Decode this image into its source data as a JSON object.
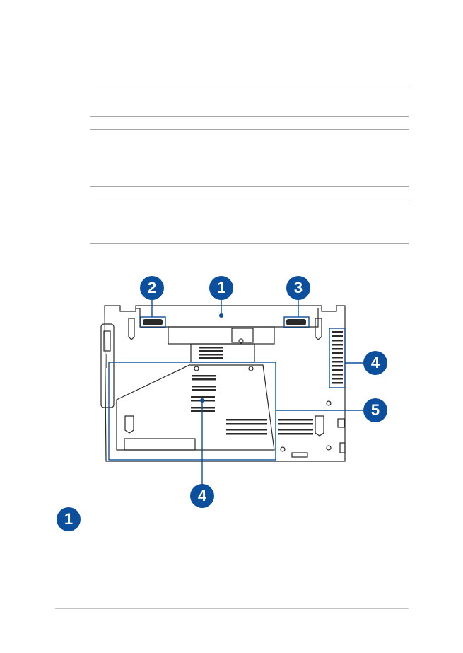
{
  "diagram": {
    "callouts": [
      {
        "num": "2"
      },
      {
        "num": "1"
      },
      {
        "num": "3"
      },
      {
        "num": "4"
      },
      {
        "num": "5"
      },
      {
        "num": "4"
      }
    ]
  },
  "legend": {
    "item_number": "1"
  },
  "colors": {
    "callout_blue": "#0c4f9c",
    "rule_gray": "#a7a7a7",
    "outline": "#2a2a2a"
  }
}
